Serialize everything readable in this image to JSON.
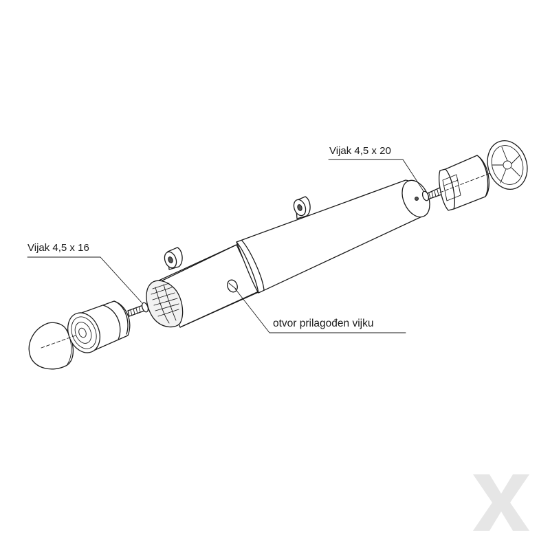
{
  "labels": {
    "screw_left": "Vijak 4,5 x 16",
    "screw_right": "Vijak 4,5 x 20",
    "hole": "otvor prilagođen vijku"
  },
  "watermark": {
    "icon": "x-logo-icon",
    "color": "#e6e6e6"
  },
  "colors": {
    "line": "#1a1a1a",
    "background": "#ffffff",
    "shade": "#f2f2f2"
  }
}
